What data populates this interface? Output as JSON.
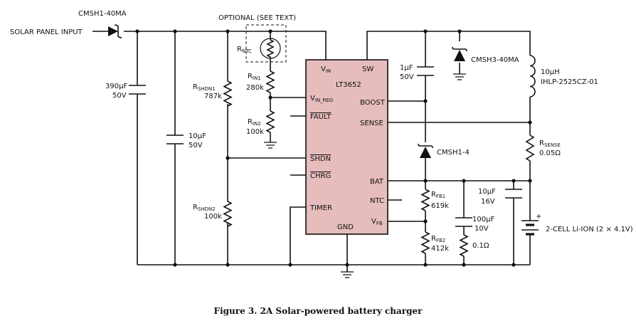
{
  "figure_caption": "Figure 3. 2A Solar-powered battery charger",
  "input_label": "SOLAR PANEL INPUT",
  "optional_label": "OPTIONAL (SEE TEXT)",
  "ic": {
    "name": "LT3652",
    "fill_color": "#e6bcbc",
    "pins": {
      "vin": "V",
      "vin_sub": "IN",
      "sw": "SW",
      "vin_reg": "V",
      "vin_reg_sub": "IN_REG",
      "boost": "BOOST",
      "fault": "FAULT",
      "sense": "SENSE",
      "shdn": "SHDN",
      "chrg": "CHRG",
      "bat": "BAT",
      "ntc": "NTC",
      "timer": "TIMER",
      "vfb": "V",
      "vfb_sub": "FB",
      "gnd": "GND"
    }
  },
  "components": {
    "d_in": {
      "name": "CMSH1-40MA"
    },
    "c_in_bulk": {
      "value": "390µF",
      "rating": "50V"
    },
    "c_in": {
      "value": "10µF",
      "rating": "50V"
    },
    "r_shdn1": {
      "name": "R",
      "sub": "SHDN1",
      "value": "787k"
    },
    "r_shdn2": {
      "name": "R",
      "sub": "SHDN2",
      "value": "100k"
    },
    "r_ntc": {
      "name": "R",
      "sub": "NTC"
    },
    "r_in1": {
      "name": "R",
      "sub": "IN1",
      "value": "280k"
    },
    "r_in2": {
      "name": "R",
      "sub": "IN2",
      "value": "100k"
    },
    "c_boost": {
      "value": "1µF",
      "rating": "50V"
    },
    "d_sw": {
      "name": "CMSH3-40MA"
    },
    "inductor": {
      "value": "10µH",
      "part": "IHLP-2525CZ-01"
    },
    "d_boost": {
      "name": "CMSH1-4"
    },
    "r_sense": {
      "name": "R",
      "sub": "SENSE",
      "value": "0.05Ω"
    },
    "r_fb1": {
      "name": "R",
      "sub": "FB1",
      "value": "619k"
    },
    "r_fb2": {
      "name": "R",
      "sub": "FB2",
      "value": "412k"
    },
    "c_bat1": {
      "value": "10µF",
      "rating": "16V"
    },
    "c_bat2": {
      "value": "100µF",
      "rating": "10V",
      "esr": "0.1Ω"
    },
    "battery": {
      "label": "2-CELL Li-ION (2 × 4.1V)",
      "plus": "+"
    }
  }
}
